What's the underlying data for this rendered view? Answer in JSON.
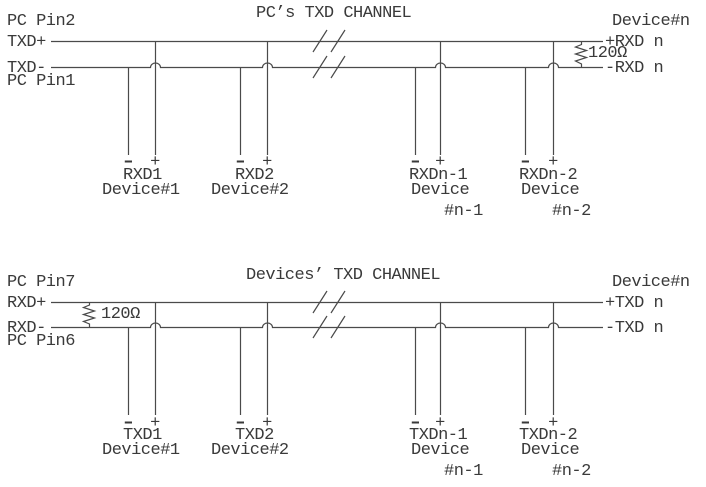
{
  "colors": {
    "background": "#ffffff",
    "wire": "#4a4a4a",
    "text": "#3a3a3a"
  },
  "symbols": {
    "minus": "-",
    "plus": "+"
  },
  "channels": [
    {
      "title": "PC’s TXD CHANNEL",
      "left_labels": {
        "pin_top": "PC Pin2",
        "wire_top": "TXD+",
        "wire_bottom": "TXD-",
        "pin_bottom": "PC Pin1"
      },
      "right_labels": {
        "device": "Device#n",
        "wire_top": "+RXD n",
        "wire_bottom": "-RXD n"
      },
      "termination_resistor": {
        "value": "120Ω",
        "position": "right-end"
      },
      "drops": [
        {
          "signal": "RXD1",
          "device_line1": "Device#1"
        },
        {
          "signal": "RXD2",
          "device_line1": "Device#2"
        },
        {
          "signal": "RXDn-1",
          "device_line1": "Device",
          "device_line2": "#n-1"
        },
        {
          "signal": "RXDn-2",
          "device_line1": "Device",
          "device_line2": "#n-2"
        }
      ]
    },
    {
      "title": "Devices’ TXD CHANNEL",
      "left_labels": {
        "pin_top": "PC Pin7",
        "wire_top": "RXD+",
        "wire_bottom": "RXD-",
        "pin_bottom": "PC Pin6"
      },
      "right_labels": {
        "device": "Device#n",
        "wire_top": "+TXD n",
        "wire_bottom": "-TXD n"
      },
      "termination_resistor": {
        "value": "120Ω",
        "position": "left-end"
      },
      "drops": [
        {
          "signal": "TXD1",
          "device_line1": "Device#1"
        },
        {
          "signal": "TXD2",
          "device_line1": "Device#2"
        },
        {
          "signal": "TXDn-1",
          "device_line1": "Device",
          "device_line2": "#n-1"
        },
        {
          "signal": "TXDn-2",
          "device_line1": "Device",
          "device_line2": "#n-2"
        }
      ]
    }
  ]
}
